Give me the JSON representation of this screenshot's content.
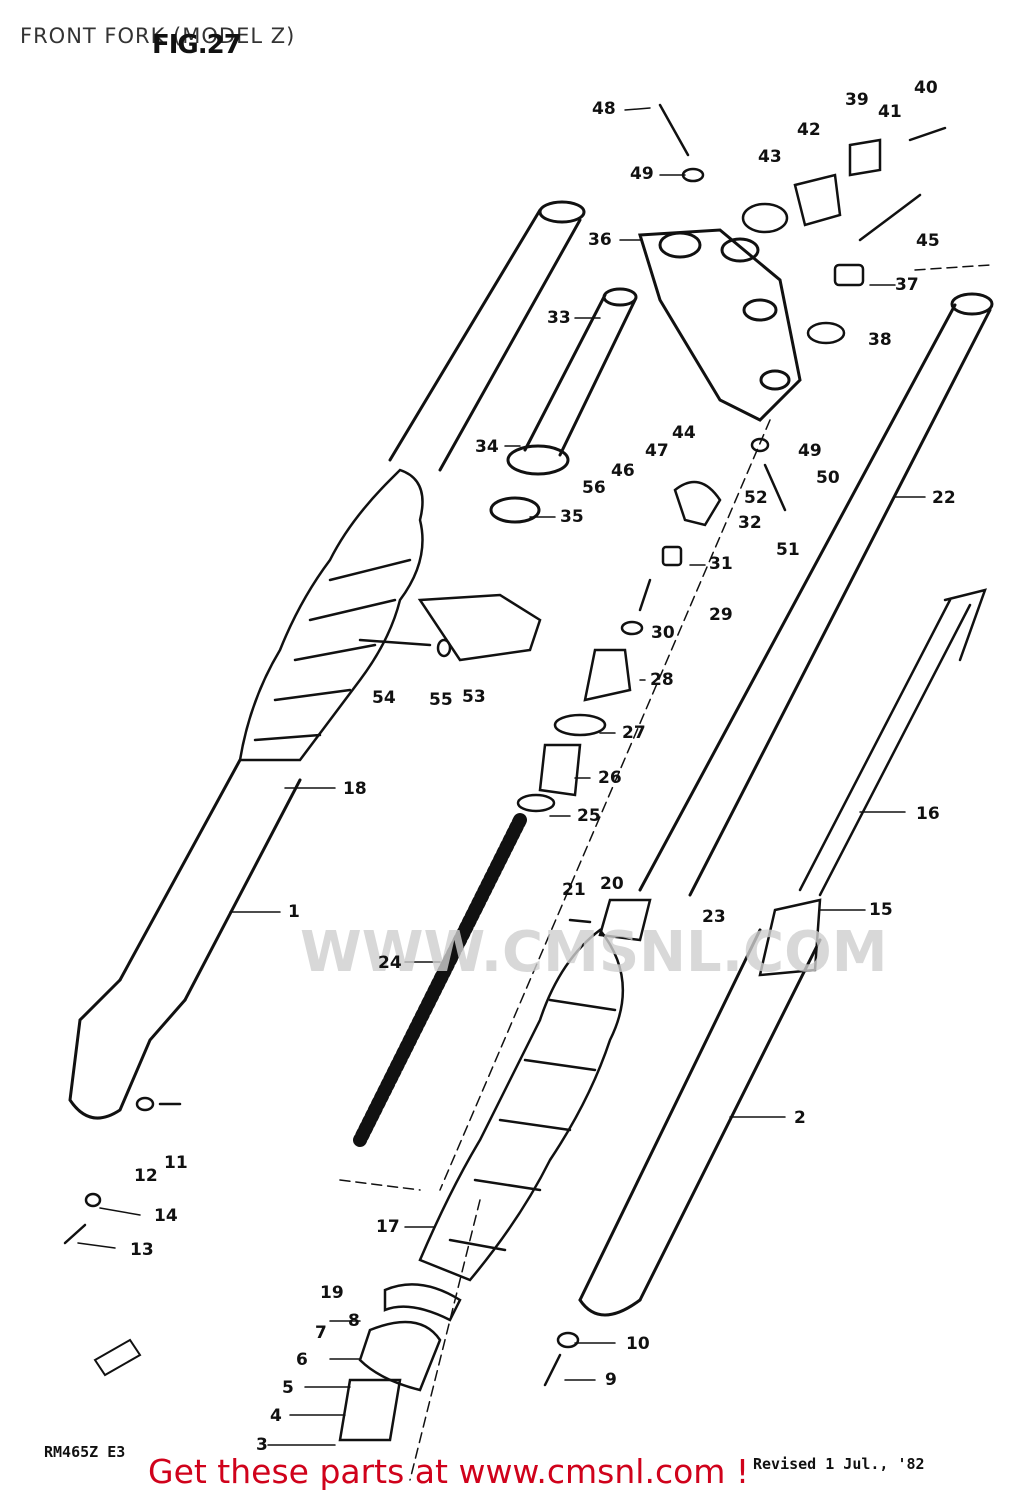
{
  "header": {
    "title": "FRONT FORK (MODEL Z)",
    "fig_label": "FIG.27"
  },
  "watermark": {
    "text": "WWW.CMSNL.COM"
  },
  "callouts": {
    "c1": "1",
    "c2": "2",
    "c3": "3",
    "c4": "4",
    "c5": "5",
    "c6": "6",
    "c7": "7",
    "c8": "8",
    "c9": "9",
    "c10": "10",
    "c11": "11",
    "c12": "12",
    "c13": "13",
    "c14": "14",
    "c15": "15",
    "c16": "16",
    "c17": "17",
    "c18": "18",
    "c19": "19",
    "c20": "20",
    "c21": "21",
    "c22": "22",
    "c23": "23",
    "c24": "24",
    "c25": "25",
    "c26": "26",
    "c27": "27",
    "c28": "28",
    "c29": "29",
    "c30": "30",
    "c31": "31",
    "c32": "32",
    "c33": "33",
    "c34": "34",
    "c35": "35",
    "c36": "36",
    "c37": "37",
    "c38": "38",
    "c39": "39",
    "c40": "40",
    "c41": "41",
    "c42": "42",
    "c43": "43",
    "c44": "44",
    "c45": "45",
    "c46": "46",
    "c47": "47",
    "c48": "48",
    "c49a": "49",
    "c49b": "49",
    "c50": "50",
    "c51": "51",
    "c52": "52",
    "c53": "53",
    "c54": "54",
    "c55": "55",
    "c56": "56"
  },
  "footer": {
    "model_code": "RM465Z E3",
    "revised": "Revised 1 Jul., '82",
    "promo": "Get these parts at www.cmsnl.com !"
  }
}
